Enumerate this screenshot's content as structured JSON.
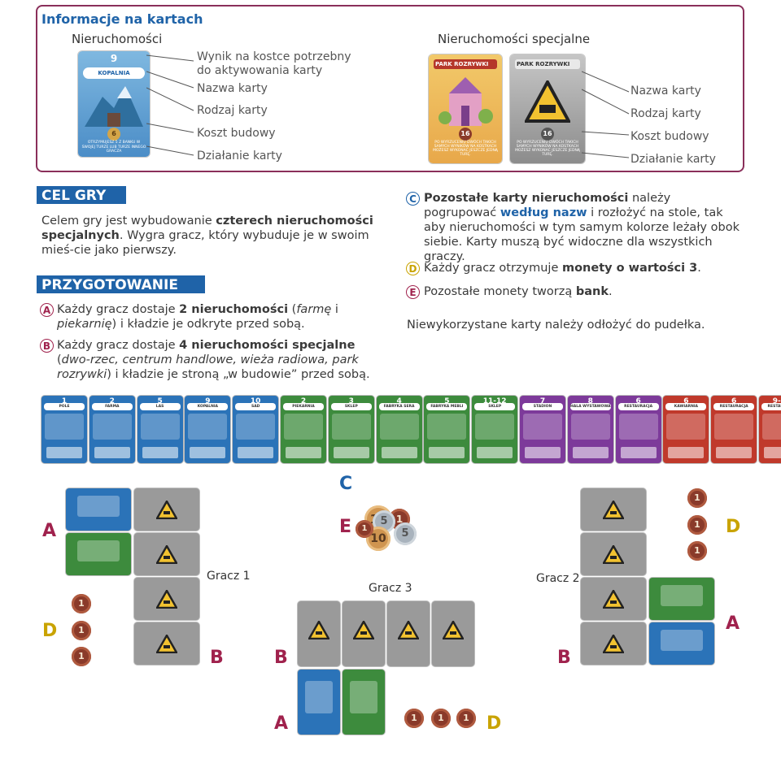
{
  "info_box": {
    "title": "Informacje na kartach",
    "property_heading": "Nieruchomości",
    "special_heading": "Nieruchomości specjalne",
    "left_labels": [
      "Wynik na kostce potrzebny",
      "do aktywowania karty",
      "Nazwa karty",
      "Rodzaj karty",
      "Koszt budowy",
      "Działanie karty"
    ],
    "right_labels": [
      "Nazwa karty",
      "Rodzaj karty",
      "Koszt budowy",
      "Działanie karty"
    ],
    "sample_card": {
      "number": "9",
      "name": "KOPALNIA",
      "cost": "6",
      "text": "OTRZYMUJESZ 5 Z BANKU W SWOJEJ TURZE LUB TURZE INNEGO GRACZA"
    },
    "special_card_1": {
      "name": "PARK ROZRYWKI",
      "cost": "16",
      "text": "PO WYRZUCENIU DWÓCH TAKICH SAMYCH WYNIKÓW NA KOSTKACH MOŻESZ WYKONAĆ JESZCZE JEDNĄ TURĘ."
    },
    "special_card_2": {
      "name": "PARK ROZRYWKI",
      "cost": "16",
      "text": "PO WYRZUCENIU DWÓCH TAKICH SAMYCH WYNIKÓW NA KOSTKACH MOŻESZ WYKONAĆ JESZCZE JEDNĄ TURĘ."
    }
  },
  "goal": {
    "title": "CEL GRY",
    "text_1": "Celem gry jest wybudowanie ",
    "text_bold": "czterech nieruchomości specjalnych",
    "text_2": ". Wygra gracz, który wybuduje je w swoim mieś-cie jako pierwszy."
  },
  "setup": {
    "title": "PRZYGOTOWANIE GRY",
    "a_letter": "A",
    "a_1": "Każdy gracz dostaje ",
    "a_bold": "2 nieruchomości",
    "a_2": " (",
    "a_it1": "farmę",
    "a_3": " i ",
    "a_it2": "piekarnię",
    "a_4": ") i kładzie je odkryte przed sobą.",
    "b_letter": "B",
    "b_1": "Każdy gracz dostaje ",
    "b_bold": "4 nieruchomości specjalne",
    "b_2": " (",
    "b_it": "dwo-rzec, centrum handlowe, wieża radiowa, park rozrywki",
    "b_3": ") i kładzie je stroną „w budowie” przed sobą.",
    "c_letter": "C",
    "c_bold": "Pozostałe karty nieruchomości",
    "c_1": " należy pogrupować ",
    "c_blue": "według nazw",
    "c_2": " i rozłożyć na stole, tak aby nieruchomości w tym samym kolorze leżały obok siebie. Karty muszą być widoczne dla wszystkich graczy.",
    "d_letter": "D",
    "d_1": "Każdy gracz otrzymuje ",
    "d_bold": "monety o wartości 3",
    "d_2": ".",
    "e_letter": "E",
    "e_1": "Pozostałe monety tworzą ",
    "e_bold": "bank",
    "e_2": ".",
    "unused": "Niewykorzystane karty należy odłożyć do pudełka."
  },
  "market": {
    "numbers": [
      "1",
      "2",
      "5",
      "9",
      "10",
      "2",
      "3",
      "4",
      "5",
      "11-12",
      "7",
      "8",
      "6",
      "6",
      "6",
      "9-10"
    ],
    "names": [
      "POLE",
      "FARMA",
      "LAS",
      "KOPALNIA",
      "SAD",
      "PIEKARNIA",
      "SKLEP",
      "FABRYKA SERA",
      "FABRYKA MEBLI",
      "SKLEP",
      "STADION",
      "HALA WYSTAWOWA",
      "RESTAURACJA",
      "KAWIARNIA",
      "RESTAURACJA",
      "RESTAURACJA"
    ],
    "colors": [
      "#2b73b8",
      "#2b73b8",
      "#2b73b8",
      "#2b73b8",
      "#2b73b8",
      "#3d8b3d",
      "#3d8b3d",
      "#3d8b3d",
      "#3d8b3d",
      "#3d8b3d",
      "#7d3a9a",
      "#7d3a9a",
      "#7d3a9a",
      "#c0392b",
      "#c0392b",
      "#c0392b"
    ]
  },
  "layout_labels": {
    "player_1": "Gracz 1",
    "player_2": "Gracz 2",
    "player_3": "Gracz 3",
    "letter_a": "A",
    "letter_b": "B",
    "letter_c": "C",
    "letter_d": "D",
    "letter_e": "E",
    "coin_one": "1",
    "coin_five": "5",
    "coin_ten": "10"
  },
  "colors": {
    "frame": "#8a2f5a",
    "accent_blue": "#1f63a8",
    "letter_red": "#a0224d",
    "letter_yellow": "#c9a300",
    "coin_brown": "#8a3a2a"
  }
}
